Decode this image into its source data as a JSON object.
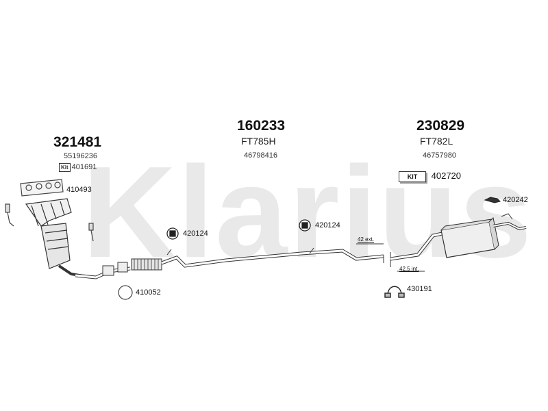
{
  "watermark": "Klarius",
  "groups": [
    {
      "main": "321481",
      "sub": "55196236",
      "kit_badge": "Kit",
      "kit": "401691"
    },
    {
      "main": "160233",
      "sub": "FT785H",
      "code": "46798416"
    },
    {
      "main": "230829",
      "sub": "FT782L",
      "code": "46757980",
      "kit_badge": "KIT",
      "kit": "402720"
    }
  ],
  "parts": {
    "gasket": "410493",
    "hanger_left": "420124",
    "hanger_mid": "420124",
    "ring": "410052",
    "clamp": "430191",
    "rubber_rear": "420242"
  },
  "annotations": {
    "ext": "42 ext.",
    "int": "42.5 int."
  }
}
